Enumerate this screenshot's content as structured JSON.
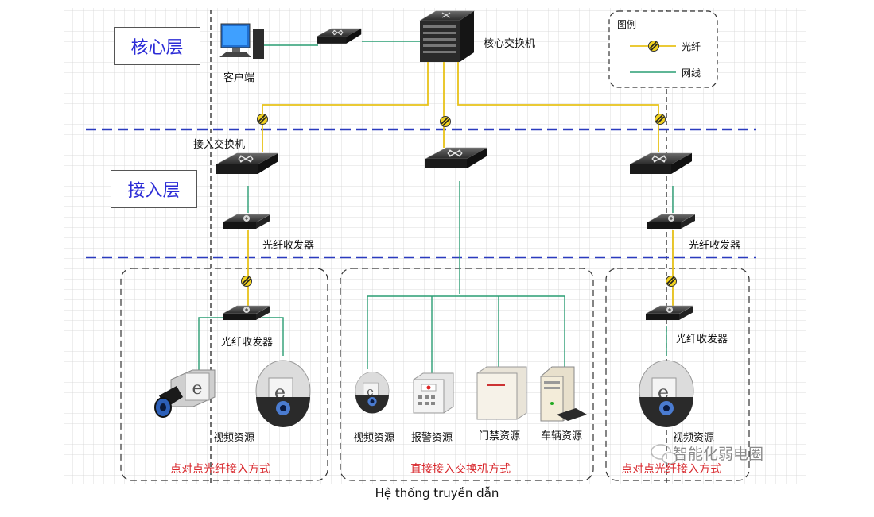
{
  "layers": {
    "core": "核心层",
    "access": "接入层"
  },
  "nodes": {
    "client": "客户端",
    "core_switch": "核心交换机",
    "access_switch": "接入交换机",
    "fiber_transceiver": "光纤收发器"
  },
  "resources": {
    "video": "视频资源",
    "alarm": "报警资源",
    "access_control": "门禁资源",
    "vehicle": "车辆资源"
  },
  "sections": {
    "p2p_fiber": "点对点光纤接入方式",
    "direct_switch": "直接接入交换机方式"
  },
  "legend": {
    "title": "图例",
    "fiber": "光纤",
    "network": "网线"
  },
  "colors": {
    "fiber": "#e8c21a",
    "network": "#2a9d73",
    "layer_text": "#2c2cd6",
    "mode_text": "#d8262b",
    "dashed_layer": "#2b3bbf"
  },
  "watermark": "智能化弱电圈",
  "caption": "Hệ thống truyền dẫn"
}
